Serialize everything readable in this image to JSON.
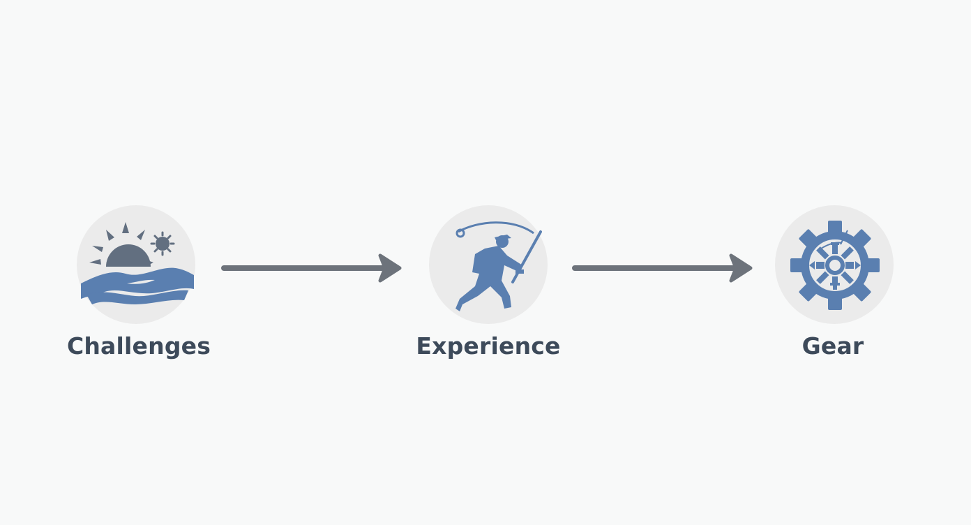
{
  "diagram": {
    "type": "flow",
    "direction": "left-to-right",
    "colors": {
      "background": "#f8f9f9",
      "circle": "#ebebeb",
      "icon_blue": "#5a7fb0",
      "icon_gray": "#626f80",
      "arrow": "#6d737b",
      "label": "#3d4a5a"
    },
    "nodes": [
      {
        "id": "challenges",
        "label": "Challenges",
        "icon": "sun-over-waves-icon"
      },
      {
        "id": "experience",
        "label": "Experience",
        "icon": "angler-with-rod-icon"
      },
      {
        "id": "gear",
        "label": "Gear",
        "icon": "gear-wheel-with-tools-icon"
      }
    ],
    "edges": [
      {
        "from": "challenges",
        "to": "experience"
      },
      {
        "from": "experience",
        "to": "gear"
      }
    ]
  }
}
